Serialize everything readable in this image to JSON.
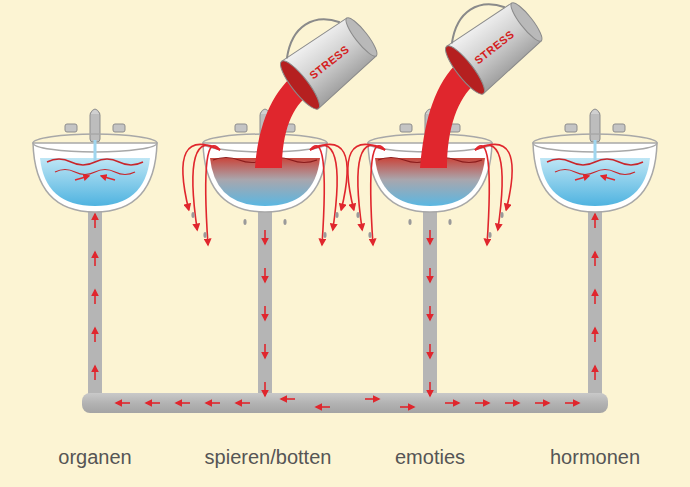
{
  "diagram": {
    "labels": [
      "STRESS",
      "STRESS",
      "organen",
      "spieren/botten",
      "emoties",
      "hormonen"
    ]
  }
}
